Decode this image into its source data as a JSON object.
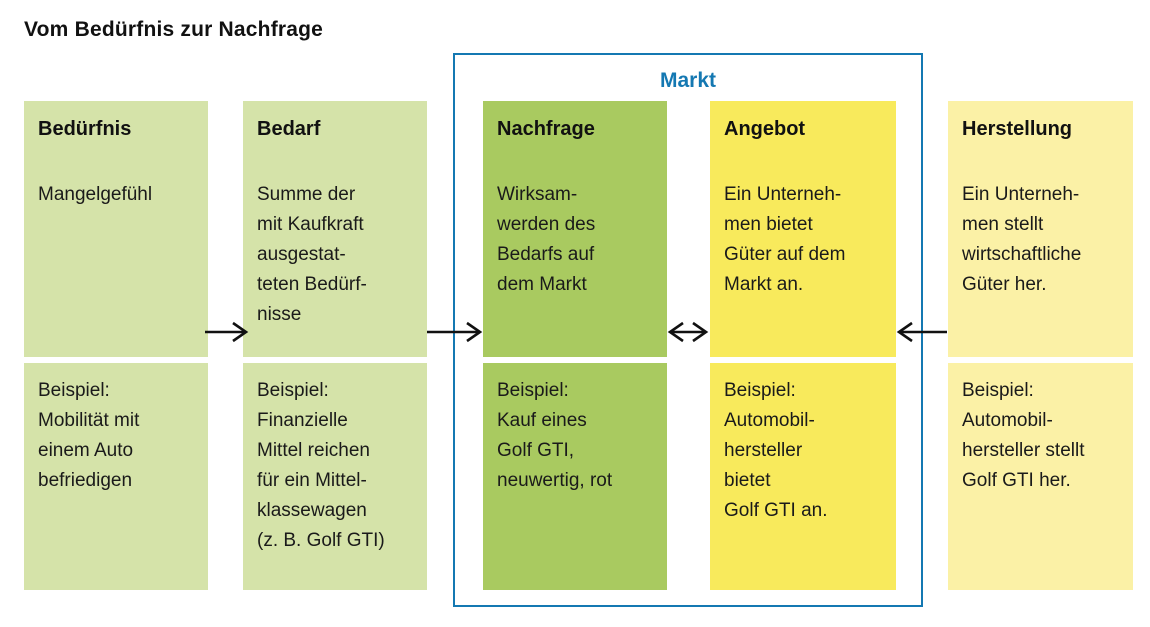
{
  "title": "Vom Bedürfnis zur Nachfrage",
  "market": {
    "label": "Markt"
  },
  "colors": {
    "light_green": "#d5e3a9",
    "dark_green": "#a9ca60",
    "yellow": "#f8ea5c",
    "light_yellow": "#fbf1a6",
    "blue": "#1478b2",
    "text": "#1a1a1a",
    "background": "#ffffff"
  },
  "columns": [
    {
      "key": "beduerfnis",
      "header": "Bedürfnis",
      "description_lines": [
        "Mangelgefühl"
      ],
      "example_lines": [
        "Beispiel:",
        "Mobilität mit",
        "einem Auto",
        "befriedigen"
      ]
    },
    {
      "key": "bedarf",
      "header": "Bedarf",
      "description_lines": [
        "Summe der",
        "mit Kaufkraft",
        "ausgestat-",
        "teten Bedürf-",
        "nisse"
      ],
      "example_lines": [
        "Beispiel:",
        "Finanzielle",
        "Mittel reichen",
        "für ein Mittel-",
        "klassewagen",
        "(z. B. Golf GTI)"
      ]
    },
    {
      "key": "nachfrage",
      "header": "Nachfrage",
      "description_lines": [
        "Wirksam-",
        "werden des",
        "Bedarfs auf",
        "dem Markt"
      ],
      "example_lines": [
        "Beispiel:",
        "Kauf eines",
        "Golf GTI,",
        "neuwertig, rot"
      ]
    },
    {
      "key": "angebot",
      "header": "Angebot",
      "description_lines": [
        "Ein Unterneh-",
        "men bietet",
        "Güter auf dem",
        "Markt an."
      ],
      "example_lines": [
        "Beispiel:",
        "Automobil-",
        "hersteller",
        "bietet",
        "Golf GTI an."
      ]
    },
    {
      "key": "herstellung",
      "header": "Herstellung",
      "description_lines": [
        "Ein Unterneh-",
        "men stellt",
        "wirtschaftliche",
        "Güter her."
      ],
      "example_lines": [
        "Beispiel:",
        "Automobil-",
        "hersteller stellt",
        "Golf GTI her."
      ]
    }
  ],
  "arrows": [
    {
      "name": "arrow-beduerfnis-to-bedarf",
      "direction": "right"
    },
    {
      "name": "arrow-bedarf-to-nachfrage",
      "direction": "right"
    },
    {
      "name": "arrow-nachfrage-angebot",
      "direction": "both"
    },
    {
      "name": "arrow-herstellung-to-angebot",
      "direction": "left"
    }
  ]
}
